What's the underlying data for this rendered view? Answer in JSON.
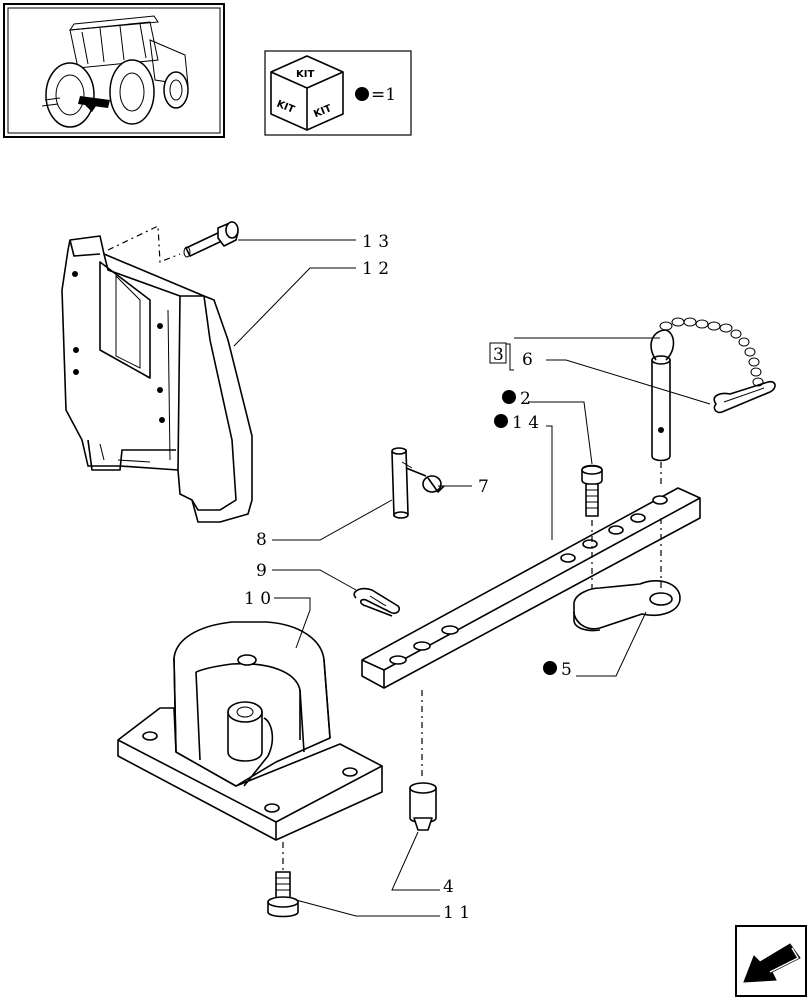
{
  "kit_legend": {
    "cube_label": "KIT",
    "equals": "=1"
  },
  "callouts": {
    "c13": "1 3",
    "c12": "1 2",
    "c3": "3",
    "c6": "6",
    "c2": "2",
    "c14": "1 4",
    "c7": "7",
    "c8": "8",
    "c9": "9",
    "c10": "1 0",
    "c5": "5",
    "c4": "4",
    "c11": "1 1"
  },
  "nav": {
    "arrow_icon": "back-arrow-icon"
  }
}
